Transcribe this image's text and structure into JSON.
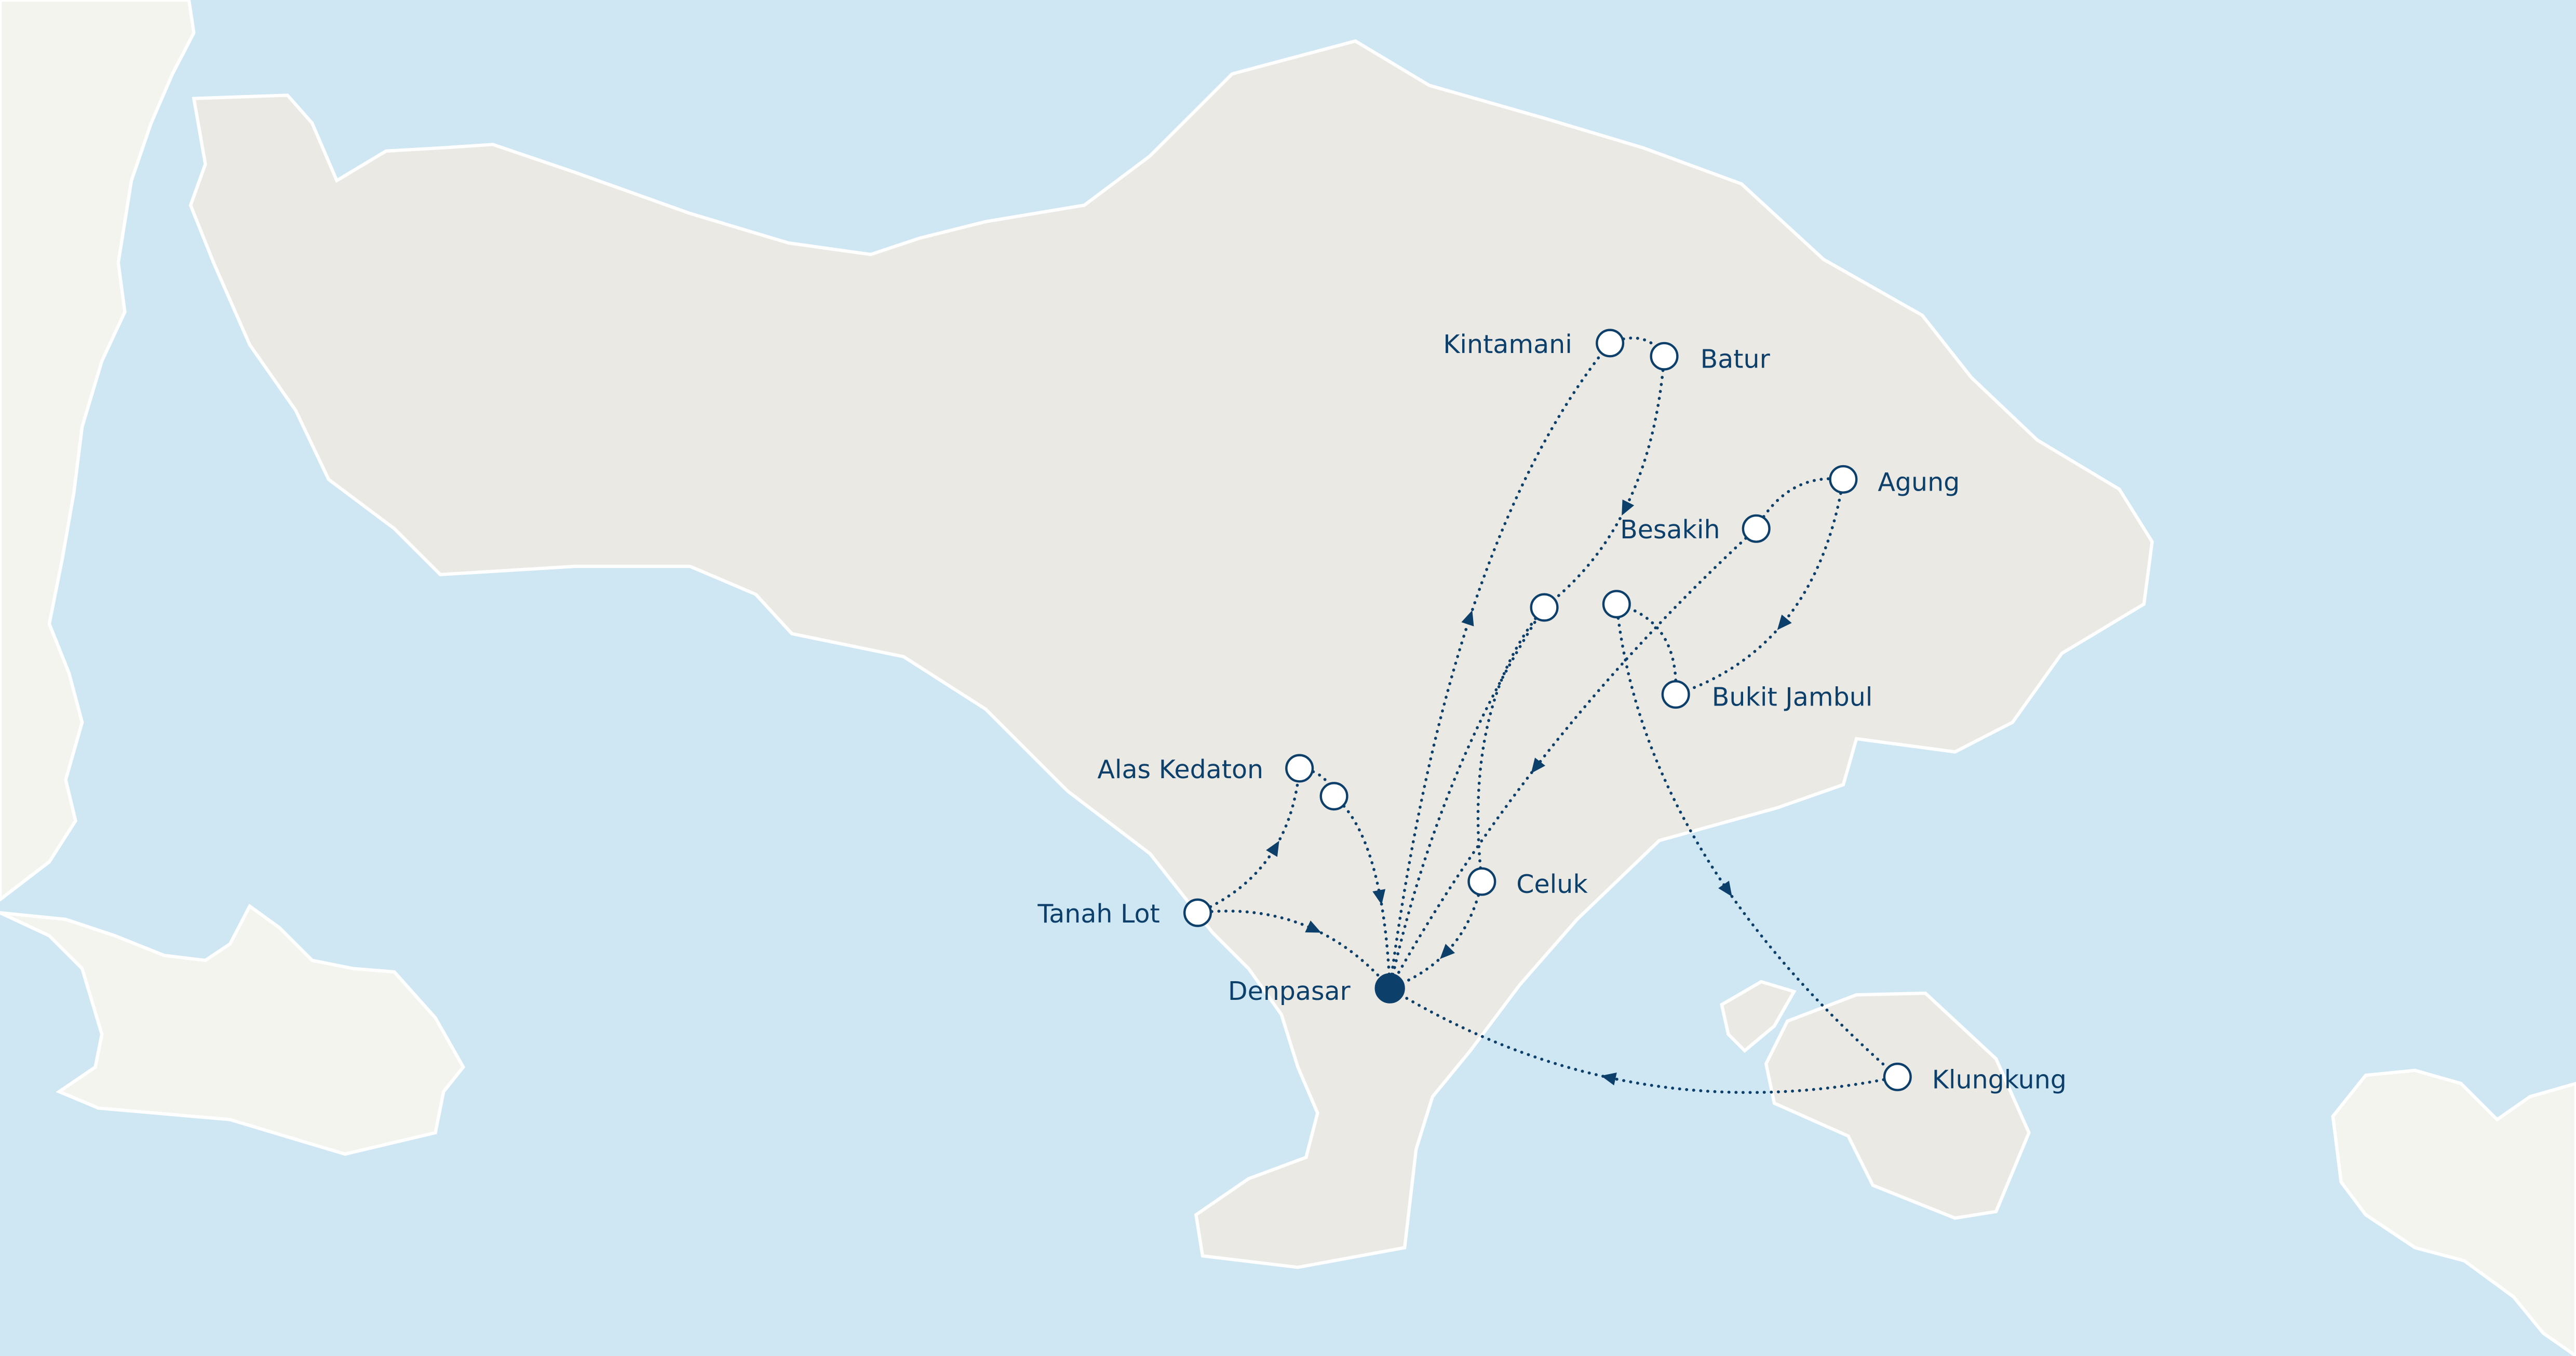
{
  "map": {
    "colors": {
      "sea": "#cfe6f3",
      "land": "#ebe9e4",
      "route": "#0d3f6b"
    },
    "places": {
      "denpasar": "Denpasar",
      "tanah_lot": "Tanah Lot",
      "alas_kedaton": "Alas Kedaton",
      "celuk": "Celuk",
      "kintamani": "Kintamani",
      "batur": "Batur",
      "besakih": "Besakih",
      "agung": "Agung",
      "bukit_jambul": "Bukit Jambul",
      "klungkung": "Klungkung"
    },
    "routes": [
      {
        "from": "Tanah Lot",
        "to": "Denpasar"
      },
      {
        "from": "Tanah Lot",
        "to": "Alas Kedaton"
      },
      {
        "from": "Alas Kedaton",
        "to": "Denpasar"
      },
      {
        "from": "Denpasar",
        "to": "Kintamani"
      },
      {
        "from": "Kintamani",
        "to": "Batur"
      },
      {
        "from": "Batur",
        "to": "Celuk"
      },
      {
        "from": "Celuk",
        "to": "Denpasar"
      },
      {
        "from": "Besakih",
        "to": "Denpasar"
      },
      {
        "from": "Besakih",
        "to": "Agung"
      },
      {
        "from": "Agung",
        "to": "Bukit Jambul"
      },
      {
        "from": "Bukit Jambul",
        "to": "Klungkung"
      },
      {
        "from": "Klungkung",
        "to": "Denpasar"
      }
    ]
  }
}
